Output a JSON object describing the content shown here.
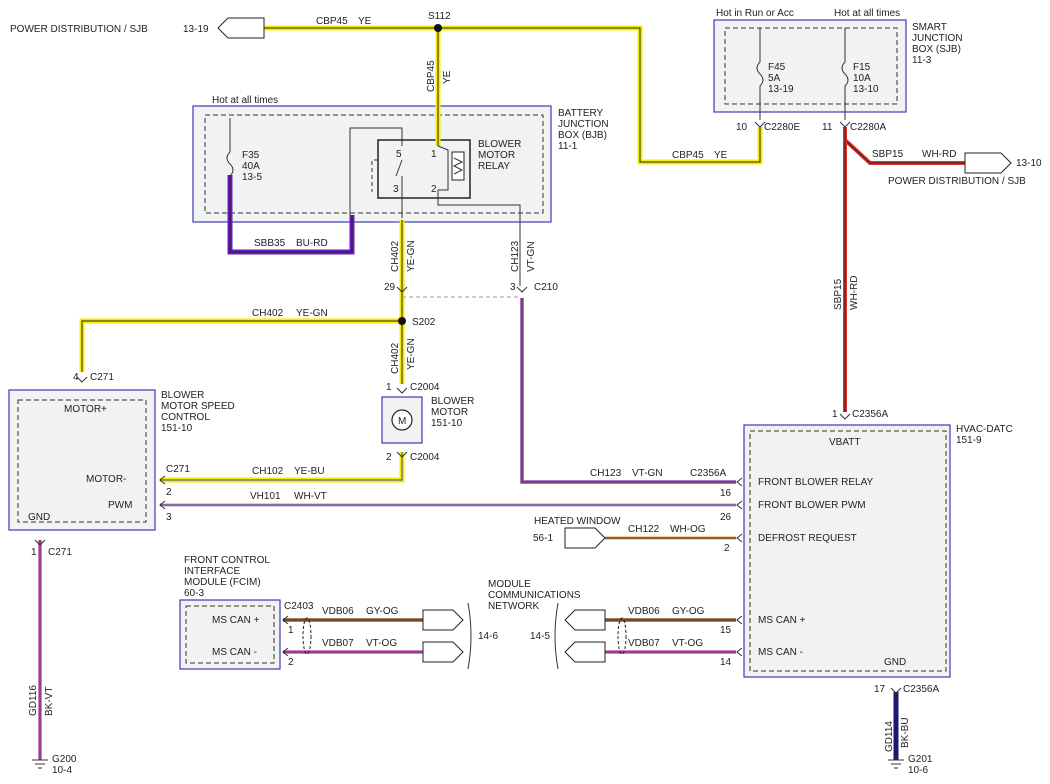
{
  "labels": {
    "power_dist_left": "POWER DISTRIBUTION / SJB",
    "ref_13_19": "13-19",
    "cbp45_top": "CBP45",
    "ye_top": "YE",
    "s112": "S112",
    "cbp45_v": "CBP45",
    "ye_v": "YE",
    "hot_all_bjb": "Hot at all times",
    "bjb_title1": "BATTERY",
    "bjb_title2": "JUNCTION",
    "bjb_title3": "BOX (BJB)",
    "bjb_ref": "11-1",
    "f35": "F35",
    "f35_a": "40A",
    "f35_ref": "13-5",
    "relay1": "BLOWER",
    "relay2": "MOTOR",
    "relay3": "RELAY",
    "pin5": "5",
    "pin1": "1",
    "pin3": "3",
    "pin2": "2",
    "sbb35": "SBB35",
    "bu_rd": "BU-RD",
    "ch402_a": "CH402",
    "ye_gn_a": "YE-GN",
    "ch123_a": "CH123",
    "vt_gn_a": "VT-GN",
    "p29": "29",
    "p3": "3",
    "c210": "C210",
    "ch402_h": "CH402",
    "ye_gn_h": "YE-GN",
    "s202": "S202",
    "ch402_b": "CH402",
    "ye_gn_b": "YE-GN",
    "p1_c2004": "1",
    "c2004_a": "C2004",
    "bm1": "BLOWER",
    "bm2": "MOTOR",
    "bm_ref": "151-10",
    "motor_m": "M",
    "p2_c2004": "2",
    "c2004_b": "C2004",
    "p4": "4",
    "c271_top": "C271",
    "bmsc1": "BLOWER",
    "bmsc2": "MOTOR SPEED",
    "bmsc3": "CONTROL",
    "bmsc_ref": "151-10",
    "motor_plus": "MOTOR+",
    "motor_minus": "MOTOR-",
    "pwm": "PWM",
    "gnd_left": "GND",
    "c271_mid": "C271",
    "p2_c271": "2",
    "p3_c271": "3",
    "ch102": "CH102",
    "ye_bu": "YE-BU",
    "vh101": "VH101",
    "wh_vt": "WH-VT",
    "p1_c271": "1",
    "c271_bot": "C271",
    "gd116": "GD116",
    "bk_vt": "BK-VT",
    "g200": "G200",
    "g200_ref": "10-4",
    "hot_run": "Hot in Run or Acc",
    "hot_all_sjb": "Hot at all times",
    "sjb1": "SMART",
    "sjb2": "JUNCTION",
    "sjb3": "BOX (SJB)",
    "sjb_ref": "11-3",
    "f45": "F45",
    "f45_a": "5A",
    "f45_ref": "13-19",
    "f15": "F15",
    "f15_a": "10A",
    "f15_ref": "13-10",
    "p10": "10",
    "c2280e": "C2280E",
    "p11": "11",
    "c2280a": "C2280A",
    "cbp45_r": "CBP45",
    "ye_r": "YE",
    "sbp15": "SBP15",
    "wh_rd": "WH-RD",
    "ref_13_10": "13-10",
    "power_dist_right": "POWER DISTRIBUTION / SJB",
    "sbp15_v": "SBP15",
    "wh_rd_v": "WH-RD",
    "p1_c2356": "1",
    "c2356a_top": "C2356A",
    "hvac1": "HVAC-DATC",
    "hvac_ref": "151-9",
    "vbatt": "VBATT",
    "front_relay": "FRONT BLOWER RELAY",
    "front_pwm": "FRONT BLOWER PWM",
    "defrost": "DEFROST REQUEST",
    "ms_can_plus_r": "MS CAN +",
    "ms_can_minus_r": "MS CAN -",
    "gnd_right": "GND",
    "ch123_h": "CH123",
    "vt_gn_h": "VT-GN",
    "c2356a_mid": "C2356A",
    "p16": "16",
    "p26": "26",
    "heated1": "HEATED WINDOW",
    "ref_56_1": "56-1",
    "ch122": "CH122",
    "wh_og": "WH-OG",
    "p2_def": "2",
    "fcim1": "FRONT CONTROL",
    "fcim2": "INTERFACE",
    "fcim3": "MODULE (FCIM)",
    "fcim_ref": "60-3",
    "ms_can_plus_l": "MS CAN +",
    "ms_can_minus_l": "MS CAN -",
    "c2403": "C2403",
    "p1_fcim": "1",
    "p2_fcim": "2",
    "vdb06_l": "VDB06",
    "gy_og_l": "GY-OG",
    "vdb07_l": "VDB07",
    "vt_og_l": "VT-OG",
    "ref_14_6": "14-6",
    "mcn1": "MODULE",
    "mcn2": "COMMUNICATIONS",
    "mcn3": "NETWORK",
    "ref_14_5": "14-5",
    "vdb06_r": "VDB06",
    "gy_og_r": "GY-OG",
    "vdb07_r": "VDB07",
    "vt_og_r": "VT-OG",
    "p15": "15",
    "p14": "14",
    "p17": "17",
    "c2356a_bot": "C2356A",
    "gd114": "GD114",
    "bk_bu": "BK-BU",
    "g201": "G201",
    "g201_ref": "10-6"
  },
  "wire_colors": {
    "yellow": "#f5ee00",
    "purple": "#6a1bbf",
    "red": "#e0302a",
    "pink": "#e07ad0",
    "vt_gn": "#b070c8",
    "navy": "#1a1a6a",
    "brown": "#b07a4a",
    "orange": "#f0a040",
    "module_border": "#3a3ab8"
  }
}
